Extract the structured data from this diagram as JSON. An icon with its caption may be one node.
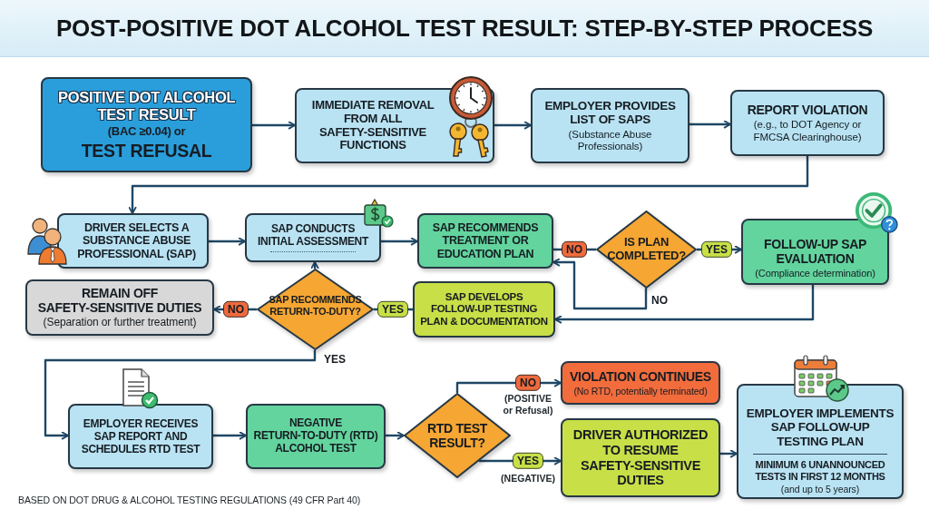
{
  "diagram": {
    "title": "POST-POSITIVE DOT ALCOHOL TEST RESULT: STEP-BY-STEP PROCESS",
    "caption": "BASED ON DOT DRUG & ALCOHOL TESTING REGULATIONS (49 CFR Part 40)",
    "nodes": [
      {
        "text": [
          "POSITIVE DOT ALCOHOL TEST RESULT",
          "(BAC ≥0.04) or",
          "TEST REFUSAL"
        ]
      },
      {
        "text": [
          "IMMEDIATE REMOVAL FROM ALL SAFETY-SENSITIVE FUNCTIONS"
        ]
      },
      {
        "text": [
          "EMPLOYER PROVIDES LIST OF SAPS",
          "(Substance Abuse Professionals)"
        ]
      },
      {
        "text": [
          "REPORT VIOLATION",
          "(e.g., to DOT Agency or FMCSA Clearinghouse)"
        ]
      },
      {
        "text": [
          "DRIVER SELECTS A SUBSTANCE ABUSE PROFESSIONAL (SAP)"
        ]
      },
      {
        "text": [
          "SAP CONDUCTS INITIAL ASSESSMENT"
        ]
      },
      {
        "text": [
          "SAP RECOMMENDS TREATMENT OR EDUCATION PLAN"
        ]
      },
      {
        "text": [
          "IS PLAN COMPLETED?"
        ]
      },
      {
        "text": [
          "FOLLOW-UP SAP EVALUATION",
          "(Compliance determination)"
        ]
      },
      {
        "text": [
          "REMAIN OFF SAFETY-SENSITIVE DUTIES",
          "(Separation or further treatment)"
        ]
      },
      {
        "text": [
          "SAP RECOMMENDS RETURN-TO-DUTY?"
        ]
      },
      {
        "text": [
          "SAP DEVELOPS FOLLOW-UP TESTING PLAN & DOCUMENTATION"
        ]
      },
      {
        "text": [
          "EMPLOYER RECEIVES SAP REPORT AND SCHEDULES RTD TEST"
        ]
      },
      {
        "text": [
          "NEGATIVE RETURN-TO-DUTY (RTD) ALCOHOL TEST"
        ]
      },
      {
        "text": [
          "RTD TEST RESULT?"
        ]
      },
      {
        "text": [
          "VIOLATION CONTINUES",
          "(No RTD, potentially terminated)"
        ]
      },
      {
        "text": [
          "DRIVER AUTHORIZED TO RESUME SAFETY-SENSITIVE DUTIES"
        ]
      },
      {
        "text": [
          "EMPLOYER IMPLEMENTS SAP FOLLOW-UP TESTING PLAN",
          "MINIMUM 6 UNANNOUNCED TESTS IN FIRST 12 MONTHS",
          "(and up to 5 years)"
        ]
      }
    ],
    "edges": [
      {
        "from": 0,
        "to": 1,
        "arrow": "to"
      },
      {
        "from": 1,
        "to": 2,
        "arrow": "to"
      },
      {
        "from": 2,
        "to": 3,
        "arrow": "to"
      },
      {
        "from": 3,
        "to": 4,
        "arrow": "to"
      },
      {
        "from": 4,
        "to": 5,
        "arrow": "to"
      },
      {
        "from": 5,
        "to": 6,
        "arrow": "to"
      },
      {
        "from": 6,
        "to": 7,
        "arrow": "none",
        "label": "NO"
      },
      {
        "from": 7,
        "to": 6,
        "arrow": "to",
        "label": "NO"
      },
      {
        "from": 7,
        "to": 8,
        "arrow": "to",
        "label": "YES"
      },
      {
        "from": 8,
        "to": 11,
        "arrow": "to"
      },
      {
        "from": 10,
        "to": 11,
        "arrow": "none",
        "label": "YES"
      },
      {
        "from": 10,
        "to": 9,
        "arrow": "to",
        "label": "NO"
      },
      {
        "from": 10,
        "to": 5,
        "arrow": "to"
      },
      {
        "from": 10,
        "to": 12,
        "arrow": "to",
        "label": "YES"
      },
      {
        "from": 12,
        "to": 13,
        "arrow": "to"
      },
      {
        "from": 13,
        "to": 14,
        "arrow": "to"
      },
      {
        "from": 14,
        "to": 15,
        "arrow": "to",
        "label": "NO"
      },
      {
        "from": 14,
        "to": 16,
        "arrow": "to",
        "label": "YES"
      },
      {
        "from": 16,
        "to": 17,
        "arrow": "to"
      }
    ],
    "labels": [
      "(POSITIVE or Refusal)",
      "(NEGATIVE)"
    ]
  }
}
